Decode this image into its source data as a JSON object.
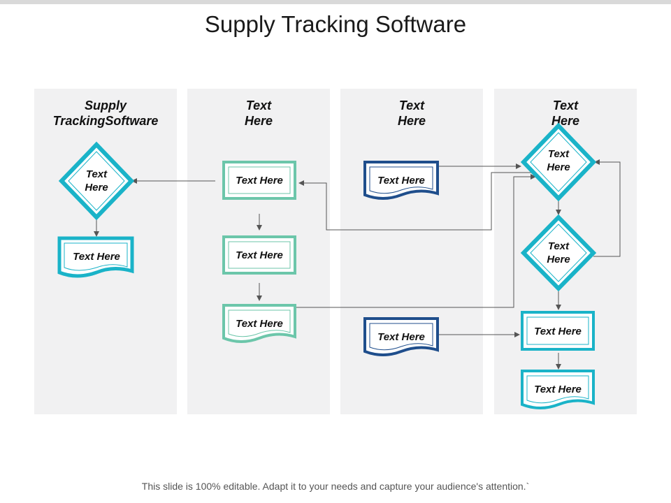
{
  "slide": {
    "title": "Supply Tracking Software",
    "footer": "This slide is 100% editable. Adapt it to your needs and capture your audience's attention.`"
  },
  "colors": {
    "lane_bg": "#f1f1f2",
    "teal": "#1ab3c8",
    "mint": "#6cc6aa",
    "navy": "#1f4e8c",
    "connector": "#555555"
  },
  "lanes": [
    {
      "heading": "Supply\nTrackingSoftware"
    },
    {
      "heading": "Text\nHere"
    },
    {
      "heading": "Text\nHere"
    },
    {
      "heading": "Text\nHere"
    }
  ],
  "nodes": {
    "l1_decision": "Text\nHere",
    "l1_document": "Text Here",
    "l2_process_top": "Text Here",
    "l2_process_mid": "Text Here",
    "l2_document": "Text Here",
    "l3_document_top": "Text Here",
    "l3_document_bottom": "Text Here",
    "l4_decision_top": "Text\nHere",
    "l4_decision_bottom": "Text\nHere",
    "l4_process": "Text Here",
    "l4_document": "Text Here"
  }
}
